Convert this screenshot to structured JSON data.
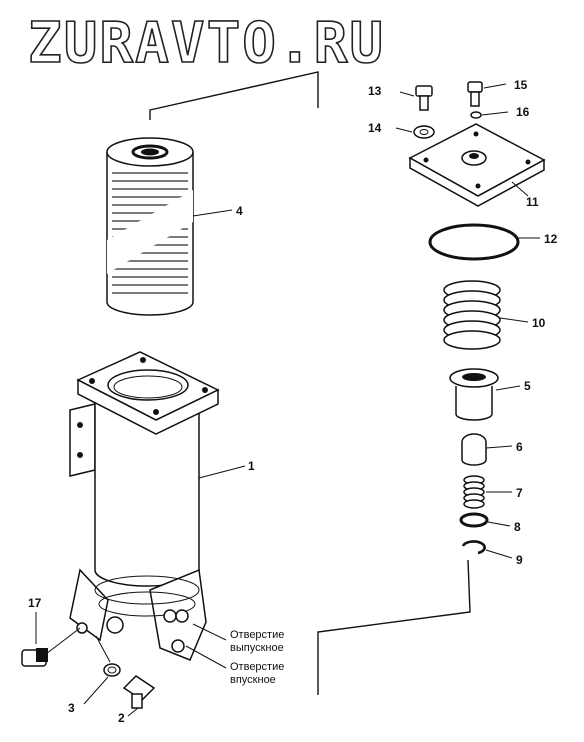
{
  "watermark": "ZURAVTO.RU",
  "callouts": {
    "p1": "1",
    "p2": "2",
    "p3": "3",
    "p4": "4",
    "p5": "5",
    "p6": "6",
    "p7": "7",
    "p8": "8",
    "p9": "9",
    "p10": "10",
    "p11": "11",
    "p12": "12",
    "p13": "13",
    "p14": "14",
    "p15": "15",
    "p16": "16",
    "p17": "17"
  },
  "labels": {
    "outlet_line1": "Отверстие",
    "outlet_line2": "выпускное",
    "inlet_line1": "Отверстие",
    "inlet_line2": "впускное"
  }
}
